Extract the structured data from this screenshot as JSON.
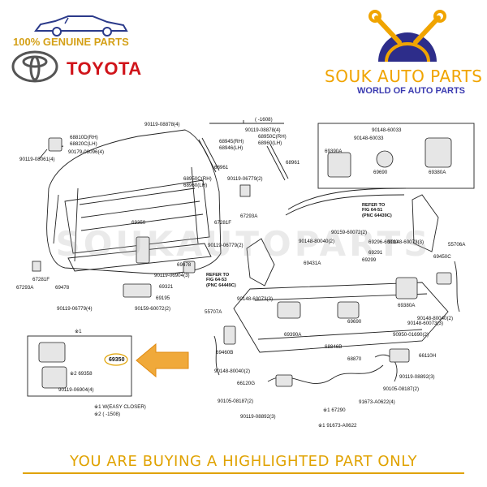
{
  "header": {
    "genuine_text": "100% GENUINE PARTS",
    "make": "TOYOTA",
    "shop_name": "SOUK AUTO PARTS",
    "shop_tagline": "WORLD OF AUTO PARTS",
    "watermark": "SOUKAUTOPARTS"
  },
  "footer": {
    "notice": "YOU ARE BUYING A HIGHLIGHTED PART ONLY"
  },
  "colors": {
    "gold": "#e0a200",
    "toyota_red": "#d0141a",
    "navy": "#3a3ab0",
    "arrow": "#f0a93a"
  },
  "diagram": {
    "highlighted_part": "69350",
    "labels": {
      "p90119_08878_top": "90119-08878(4)",
      "p1608": "(  -1608)",
      "p90119_08878_b": "90119-08878(4)",
      "p68950c": "68950C(RH)",
      "p68960_lh": "68960(LH)",
      "p68810d": "68810D(RH)",
      "p68820c": "68820C(LH)",
      "p90179_08096": "90179-08096(4)",
      "p90119_08061": "90119-08061(4)",
      "p68945": "68945(RH)",
      "p68946": "68946(LH)",
      "p68961a": "68961",
      "p68961b": "68961",
      "p90148_60033a": "90148-60033",
      "p90148_60033b": "90148-60033",
      "p69390a_top": "69390A",
      "p69690_top": "69690",
      "p69380a_top": "69380A",
      "p68950c_b": "68950C(RH)",
      "p68960_lh_b": "68960(LH)",
      "p90119_06779a": "90119-06779(2)",
      "p67293a_r": "67293A",
      "p67281f_r": "67281F",
      "p69350_mid": "69350",
      "p90119_06779b": "90119-06779(2)",
      "p69478a": "69478",
      "p90119_06904_3": "90119-06904(3)",
      "p69321": "69321",
      "p69195": "69195",
      "p90159_60072a": "90159-60072(2)",
      "p67281f_l": "67281F",
      "p67293a_l": "67293A",
      "p69478b": "69478",
      "p90119_06779c": "90119-06779(4)",
      "refer1_a": "REFER TO",
      "refer1_b": "FIG 64-53",
      "refer1_c": "(PNC 64449C)",
      "refer2_a": "REFER TO",
      "refer2_b": "FIG 64-51",
      "refer2_c": "(PNC 64439C)",
      "p90159_60072b": "90159-60072(2)",
      "p90148_80040a": "90148-80040(2)",
      "p69296": "69296-60010",
      "p69291": "69291",
      "p69299": "69299",
      "p69431a": "69431A",
      "p90148_60073a": "90148-60073(3)",
      "p90148_60073b": "90148-60073(3)",
      "p55706a": "55706A",
      "p69450c": "69450C",
      "p90148_60073c": "90148-60073(3)",
      "p55707a": "55707A",
      "p69390a_mid": "69390A",
      "p69690_mid": "69690",
      "p69380a_mid": "69380A",
      "p90148_80040b": "90148-80040(2)",
      "p90950": "90950-01690(2)",
      "p69460b": "69460B",
      "p68846b": "68846B",
      "p68870": "68870",
      "p66110h": "66110H",
      "p90148_80040c": "90148-80040(2)",
      "p66120g": "66120G",
      "p90119_08892a": "90119-08892(3)",
      "p90105_08187a": "90105-08187(2)",
      "p91673_a0622a": "91673-A0622(4)",
      "p90105_08187b": "90105-08187(2)",
      "p167290": "※1 67290",
      "p90119_08892b": "90119-08892(3)",
      "p191673": "※1 91673-A0622",
      "inset_mark": "※1",
      "inset_69350": "69350",
      "inset_69358": "※2 69358",
      "inset_90119": "90119-06904(4)",
      "note1": "※1 W(EASY CLOSER)",
      "note2": "※2 (      -1508)"
    }
  }
}
